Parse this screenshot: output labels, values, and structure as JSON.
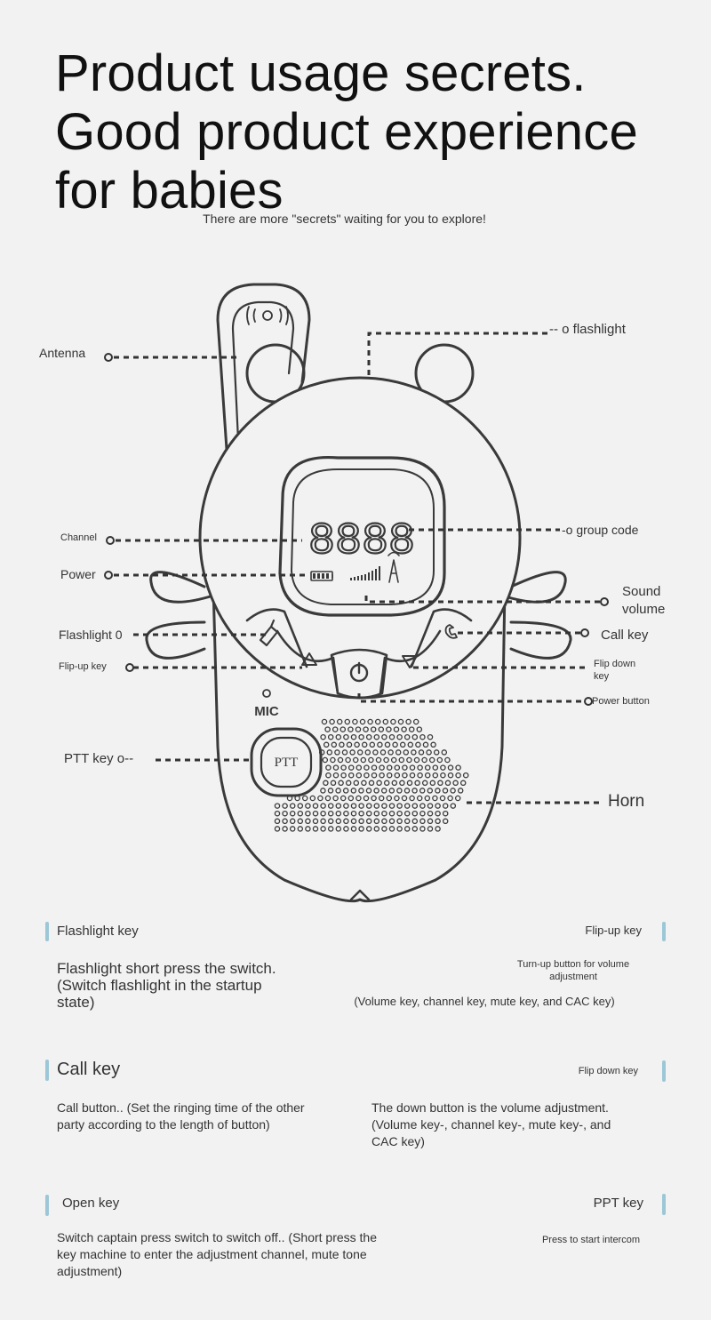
{
  "header": {
    "title_lines": [
      "Product usage secrets.",
      "Good product experience",
      "for babies"
    ],
    "subtitle": "There are more \"secrets\" waiting for you to explore!"
  },
  "diagram": {
    "display_digits": "8888",
    "ptt_label": "PTT",
    "mic_label": "MIC",
    "callouts": {
      "antenna": "Antenna",
      "flashlight_top": "-- o flashlight",
      "channel": "Channel",
      "group_code": "-o group code",
      "power": "Power",
      "sound_volume_1": "Sound",
      "sound_volume_2": "volume",
      "flashlight_left": "Flashlight 0",
      "call_key": "Call key",
      "flip_up": "Flip-up key",
      "flip_down_1": "Flip down",
      "flip_down_2": "key",
      "power_button": "Power button",
      "ptt_key": "PTT key o--",
      "horn": "Horn"
    }
  },
  "sections": [
    {
      "left_title": "Flashlight key",
      "left_body": "Flashlight short press the switch. (Switch flashlight in the startup state)",
      "right_title": "Flip-up key",
      "right_body_1": "Turn-up button for volume adjustment",
      "right_body_2": "(Volume key, channel key, mute key, and CAC key)"
    },
    {
      "left_title": "Call key",
      "left_body": "Call button.. (Set the ringing time of the other party according to the length of button)",
      "right_title": "Flip down key",
      "right_body": "The down button is the volume adjustment. (Volume key-, channel key-, mute key-, and CAC key)"
    },
    {
      "left_title": "Open key",
      "left_body": "Switch captain press switch to switch off.. (Short press the key machine to enter the adjustment channel, mute tone adjustment)",
      "right_title": "PPT key",
      "right_body": "Press to start intercom"
    }
  ],
  "colors": {
    "accent_bar": "#9cc7d6",
    "line": "#3a3a3a",
    "background": "#f2f2f2"
  }
}
